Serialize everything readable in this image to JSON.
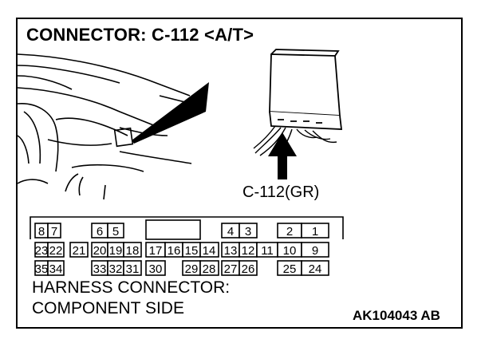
{
  "title": "CONNECTOR: C-112 <A/T>",
  "connector_label": "C-112(GR)",
  "footer": {
    "line1": "HARNESS CONNECTOR:",
    "line2": "COMPONENT SIDE"
  },
  "figure_code": "AK104043 AB",
  "pins": {
    "row1": [
      "8",
      "7",
      "6",
      "5",
      "4",
      "3",
      "2",
      "1"
    ],
    "row2": [
      "23",
      "22",
      "21",
      "20",
      "19",
      "18",
      "17",
      "16",
      "15",
      "14",
      "13",
      "12",
      "11",
      "10",
      "9"
    ],
    "row3": [
      "35",
      "34",
      "33",
      "32",
      "31",
      "30",
      "29",
      "28",
      "27",
      "26",
      "25",
      "24"
    ]
  }
}
